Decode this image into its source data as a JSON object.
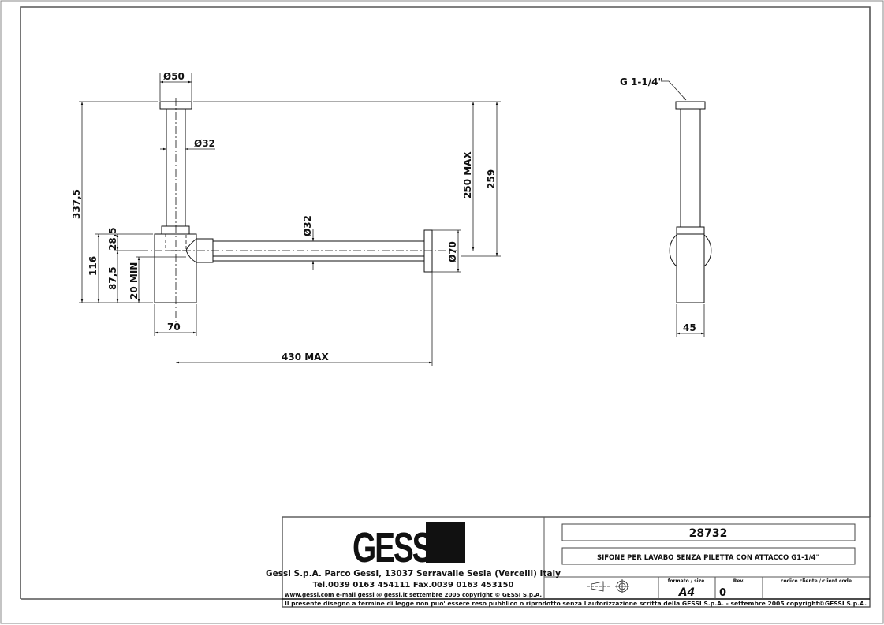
{
  "drawing": {
    "front_view": {
      "dia_cap": "Ø50",
      "dia_pipe": "Ø32",
      "dia_horizontal_pipe": "Ø32",
      "dia_flange": "Ø70",
      "height_total": "337,5",
      "height_body": "116",
      "height_upper": "28,5",
      "height_outlet": "87,5",
      "min_depth": "20  MIN",
      "body_width": "70",
      "length_max": "430  MAX",
      "wall_height_max": "250  MAX",
      "wall_height": "259"
    },
    "side_view": {
      "thread_label": "G  1-1/4\"",
      "body_width": "45"
    }
  },
  "title_block": {
    "logo": "GESSI",
    "company_line": "Gessi  S.p.A.  Parco  Gessi,  13037  Serravalle  Sesia  (Vercelli)  Italy",
    "phone_line": "Tel.0039  0163  454111  Fax.0039  0163  453150",
    "web_line": "www.gessi.com  e-mail  gessi @ gessi.it  settembre  2005  copyright © GESSI  S.p.A.",
    "code": "28732",
    "description": "SIFONE PER LAVABO SENZA PILETTA CON ATTACCO G1-1/4\"",
    "format_label": "formato  /  size",
    "format_value": "A4",
    "rev_label": "Rev.",
    "rev_value": "0",
    "client_code_label": "codice  cliente  /  client  code",
    "disclaimer": "Il  presente  disegno  a  termine  di  legge  non  puo'  essere  reso  pubblico  o  riprodotto  senza  l'autorizzazione  scritta  della  GESSI  S.p.A.  -  settembre  2005   copyright©GESSI  S.p.A."
  }
}
